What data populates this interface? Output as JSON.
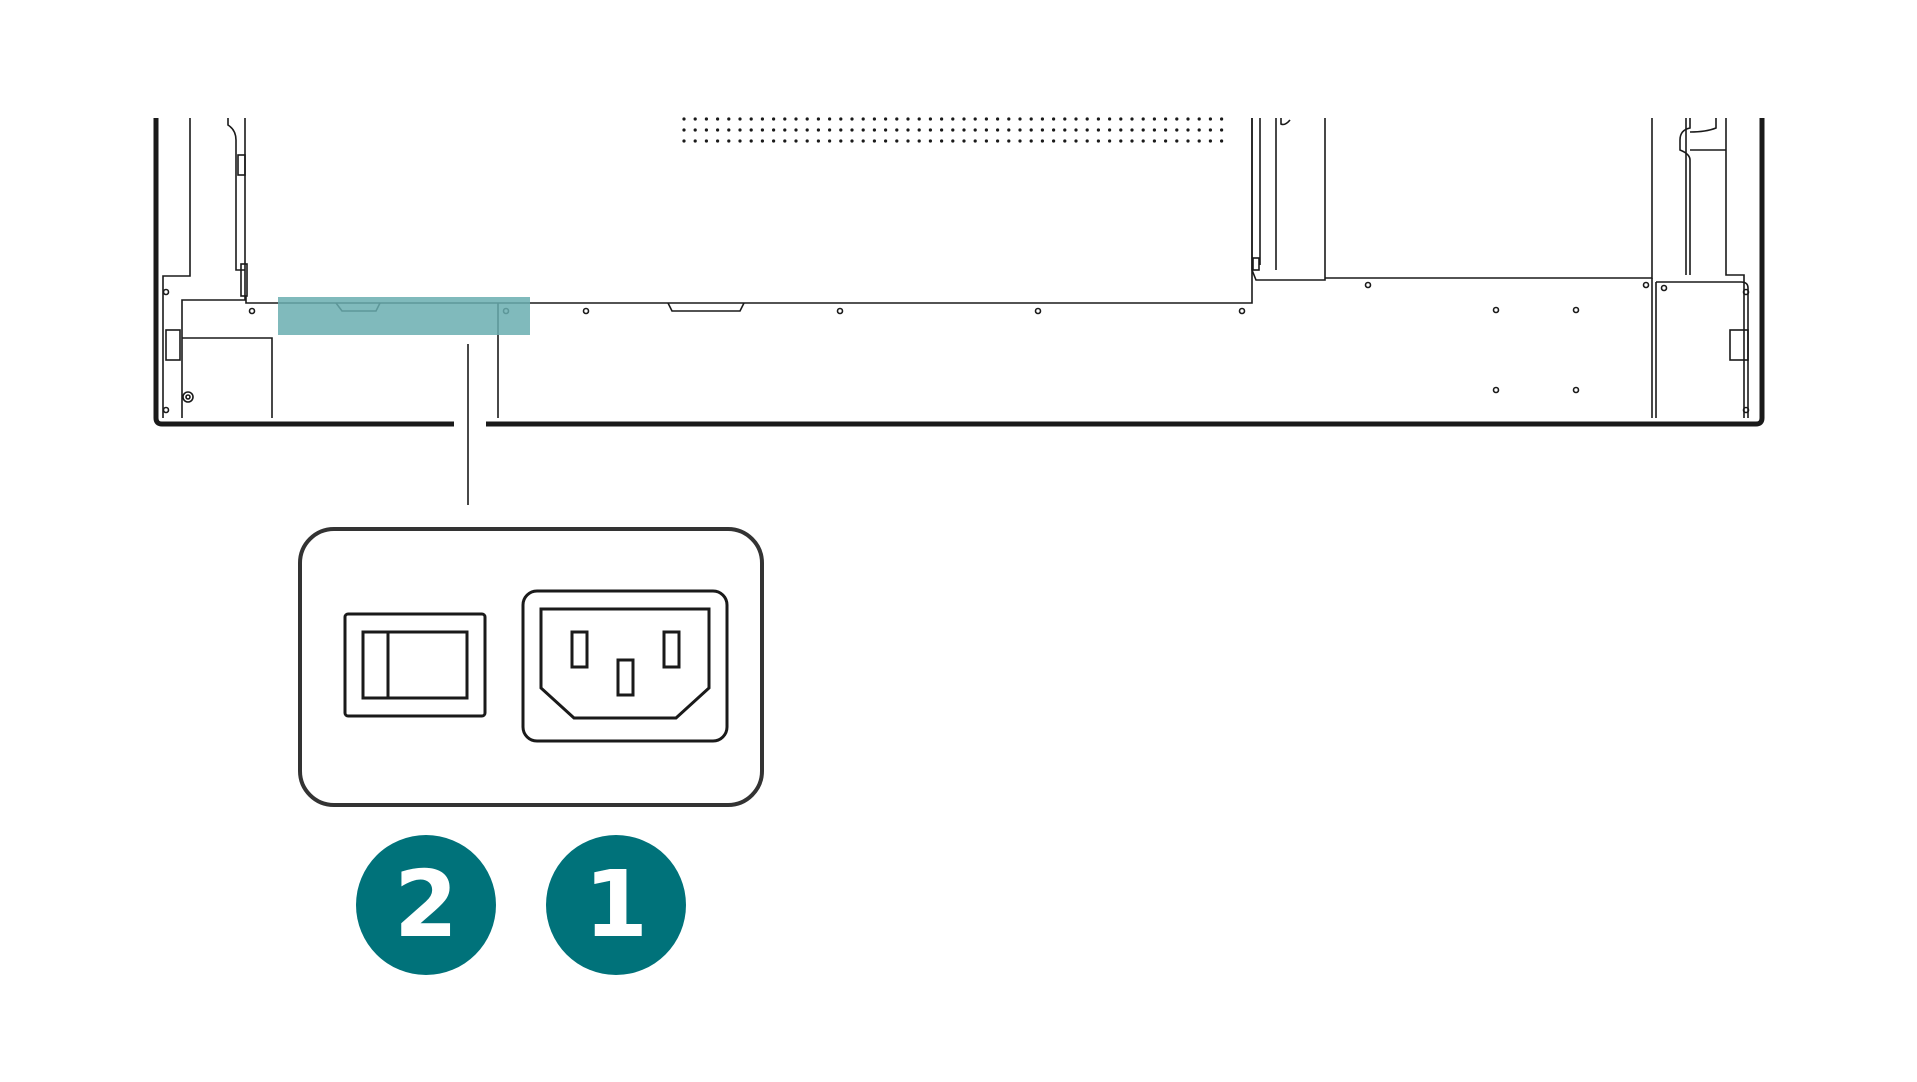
{
  "colors": {
    "line": "#1a1a1a",
    "callout_border": "#333333",
    "highlight": "#6aaeb0",
    "badge": "#00727a"
  },
  "callouts": [
    {
      "label": "2",
      "component": "power-switch"
    },
    {
      "label": "1",
      "component": "ac-power-inlet"
    }
  ]
}
